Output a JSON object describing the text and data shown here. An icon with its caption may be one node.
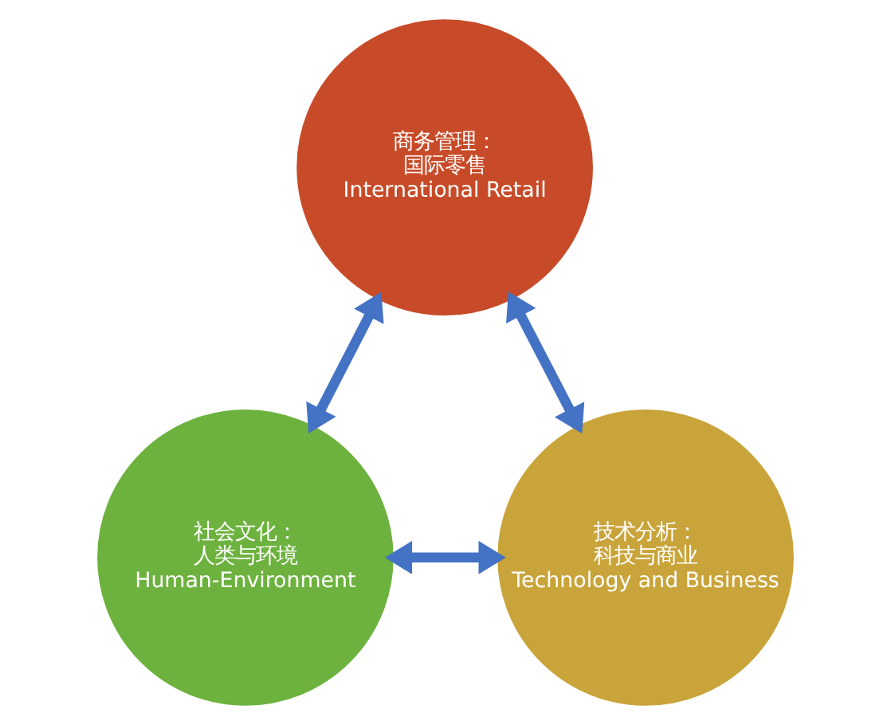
{
  "diagram": {
    "nodes": [
      {
        "text": [
          "商务管理：",
          "国际零售",
          "International Retail"
        ]
      },
      {
        "text": [
          "社会文化：",
          "人类与环境",
          "Human-Environment"
        ]
      },
      {
        "text": [
          "技术分析：",
          "科技与商业",
          "Technology and Business"
        ]
      }
    ],
    "edges": [
      {
        "from": 0,
        "to": 1,
        "arrow": "both"
      },
      {
        "from": 0,
        "to": 2,
        "arrow": "both"
      },
      {
        "from": 1,
        "to": 2,
        "arrow": "both"
      }
    ]
  }
}
